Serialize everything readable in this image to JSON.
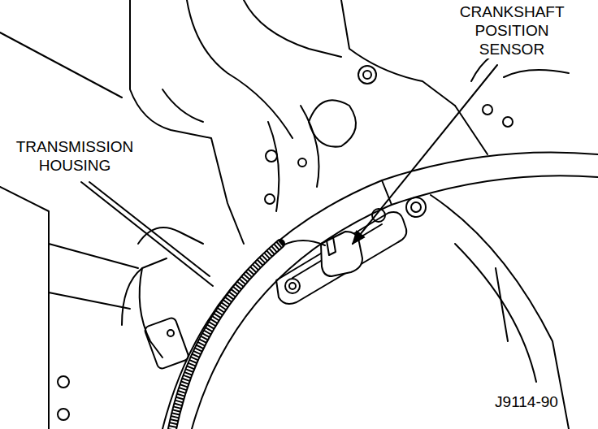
{
  "diagram": {
    "labels": [
      "CRANKSHAFT POSITION SENSOR",
      "TRANSMISSION HOUSING",
      "J9114-90"
    ]
  }
}
